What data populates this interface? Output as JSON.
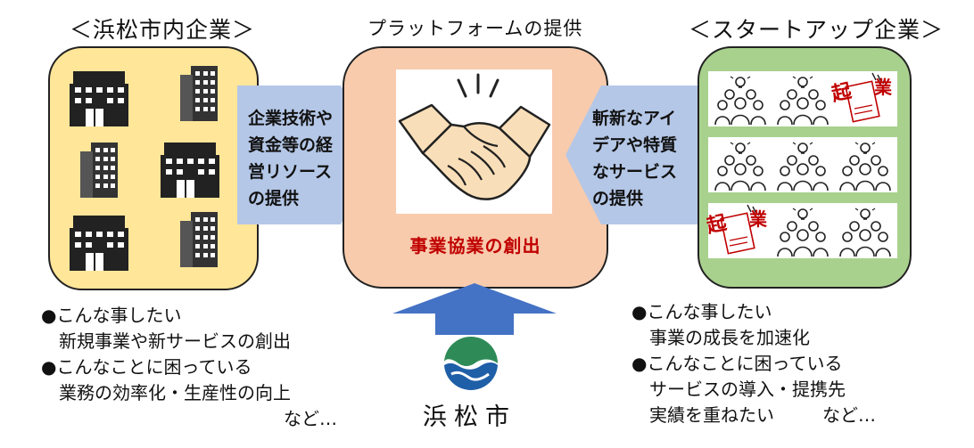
{
  "headings": {
    "left": "＜浜松市内企業＞",
    "center": "プラットフォームの提供",
    "right": "＜スタートアップ企業＞"
  },
  "arrows": {
    "left_text": "企業技術や\n資金等の経\n営リソース\nの提供",
    "right_text": "斬新なアイ\nデアや特質\nなサービス\nの提供"
  },
  "center": {
    "caption": "事業協業の創出"
  },
  "left_bullets": {
    "b1": "●こんな事したい",
    "b1_detail": "新規事業や新サービスの創出",
    "b2": "●こんなことに困っている",
    "b2_detail": "業務の効率化・生産性の向上",
    "etc": "など…"
  },
  "right_bullets": {
    "b1": "●こんな事したい",
    "b1_detail": "事業の成長を加速化",
    "b2": "●こんなことに困っている",
    "b2_detail": "サービスの導入・提携先",
    "b2_detail2": "実績を重ねたい",
    "etc": "など…"
  },
  "city": {
    "name": "浜松市"
  },
  "startup_badge": {
    "char1": "起",
    "char2": "業"
  },
  "colors": {
    "left_panel": "#ffe699",
    "center_panel": "#f8cbad",
    "right_panel": "#a9d18e",
    "arrow": "#b4c7e7",
    "up_arrow": "#4472c4",
    "caption": "#c00000"
  }
}
